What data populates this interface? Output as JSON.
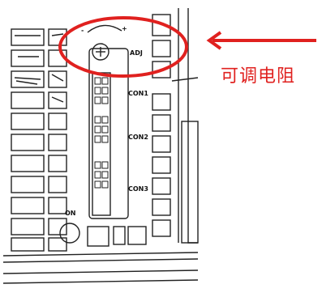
{
  "callout": {
    "label": "可调电阻",
    "color": "#e0211f"
  },
  "panel": {
    "markings": {
      "minus": "-",
      "plus": "+",
      "adj": "ADJ",
      "con1": "CON1",
      "con2": "CON2",
      "con3": "CON3",
      "on": "ON"
    }
  }
}
